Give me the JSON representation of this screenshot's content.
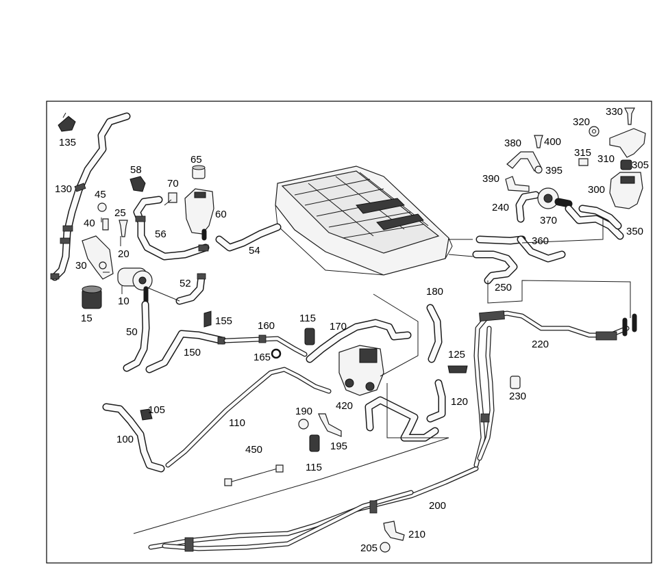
{
  "callouts": [
    {
      "id": "135",
      "text": "135"
    },
    {
      "id": "130",
      "text": "130"
    },
    {
      "id": "45",
      "text": "45"
    },
    {
      "id": "40",
      "text": "40"
    },
    {
      "id": "25",
      "text": "25"
    },
    {
      "id": "30",
      "text": "30"
    },
    {
      "id": "20",
      "text": "20"
    },
    {
      "id": "15",
      "text": "15"
    },
    {
      "id": "10",
      "text": "10"
    },
    {
      "id": "58",
      "text": "58"
    },
    {
      "id": "56",
      "text": "56"
    },
    {
      "id": "70",
      "text": "70"
    },
    {
      "id": "65",
      "text": "65"
    },
    {
      "id": "60",
      "text": "60"
    },
    {
      "id": "54",
      "text": "54"
    },
    {
      "id": "52",
      "text": "52"
    },
    {
      "id": "50",
      "text": "50"
    },
    {
      "id": "155",
      "text": "155"
    },
    {
      "id": "160",
      "text": "160"
    },
    {
      "id": "150",
      "text": "150"
    },
    {
      "id": "165",
      "text": "165"
    },
    {
      "id": "115a",
      "text": "115"
    },
    {
      "id": "170",
      "text": "170"
    },
    {
      "id": "180",
      "text": "180"
    },
    {
      "id": "125",
      "text": "125"
    },
    {
      "id": "120",
      "text": "120"
    },
    {
      "id": "420",
      "text": "420"
    },
    {
      "id": "105",
      "text": "105"
    },
    {
      "id": "100",
      "text": "100"
    },
    {
      "id": "110",
      "text": "110"
    },
    {
      "id": "190",
      "text": "190"
    },
    {
      "id": "195",
      "text": "195"
    },
    {
      "id": "115b",
      "text": "115"
    },
    {
      "id": "450",
      "text": "450"
    },
    {
      "id": "200",
      "text": "200"
    },
    {
      "id": "210",
      "text": "210"
    },
    {
      "id": "205",
      "text": "205"
    },
    {
      "id": "220",
      "text": "220"
    },
    {
      "id": "230",
      "text": "230"
    },
    {
      "id": "250",
      "text": "250"
    },
    {
      "id": "240",
      "text": "240"
    },
    {
      "id": "360",
      "text": "360"
    },
    {
      "id": "370",
      "text": "370"
    },
    {
      "id": "380",
      "text": "380"
    },
    {
      "id": "390",
      "text": "390"
    },
    {
      "id": "400",
      "text": "400"
    },
    {
      "id": "395",
      "text": "395"
    },
    {
      "id": "315",
      "text": "315"
    },
    {
      "id": "320",
      "text": "320"
    },
    {
      "id": "330",
      "text": "330"
    },
    {
      "id": "310",
      "text": "310"
    },
    {
      "id": "305",
      "text": "305"
    },
    {
      "id": "300",
      "text": "300"
    },
    {
      "id": "350",
      "text": "350"
    }
  ]
}
